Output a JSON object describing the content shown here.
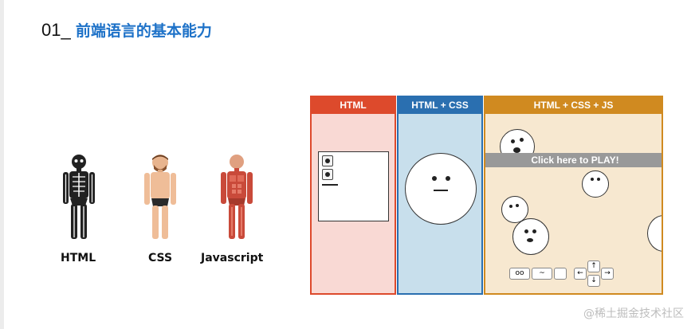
{
  "title": {
    "number": "01_",
    "text": "前端语言的基本能力"
  },
  "figures": [
    {
      "label": "HTML"
    },
    {
      "label": "CSS"
    },
    {
      "label": "Javascript"
    }
  ],
  "panels": [
    {
      "header": "HTML",
      "color": "#dd4a2c",
      "bg": "#f9d9d4"
    },
    {
      "header": "HTML + CSS",
      "color": "#2a6fb0",
      "bg": "#c8dfec"
    },
    {
      "header": "HTML + CSS + JS",
      "color": "#d08a20",
      "bg": "#f7e8d0"
    }
  ],
  "game": {
    "play_label": "Click here to PLAY!"
  },
  "watermark": "@稀土掘金技术社区"
}
